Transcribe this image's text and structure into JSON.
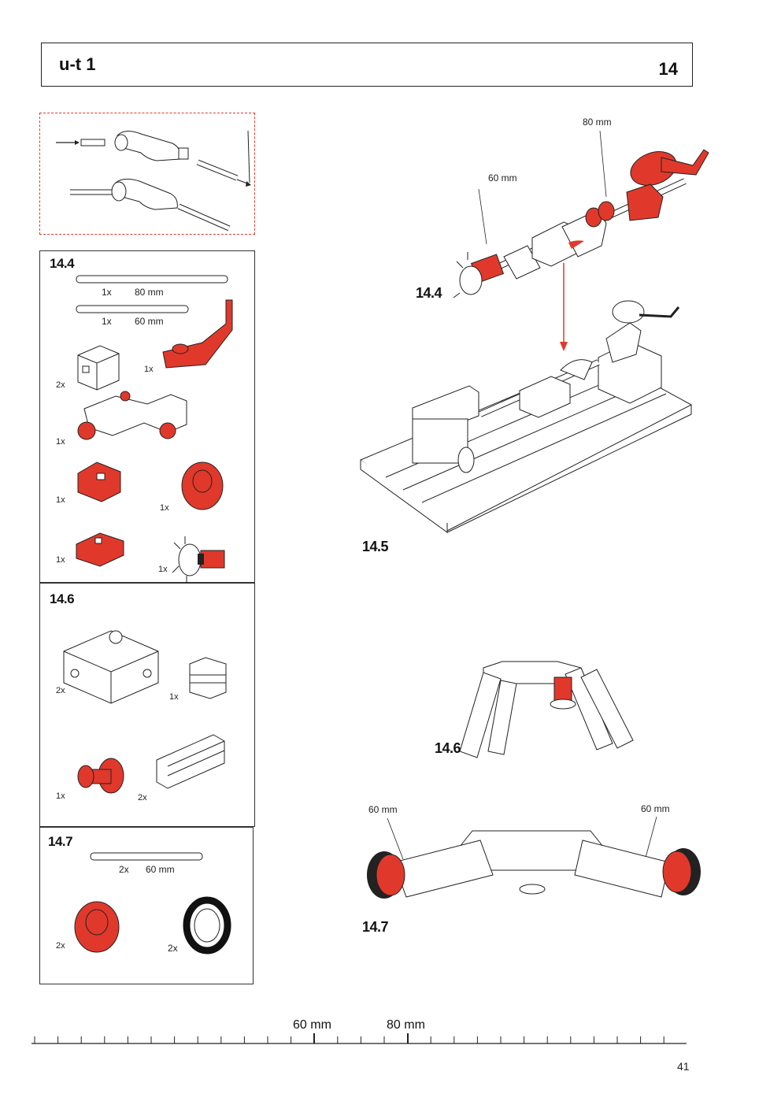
{
  "header": {
    "code": "u-t 1",
    "step_number": "14"
  },
  "parts_panels": [
    {
      "label": "14.4",
      "items": [
        {
          "qty": "1x",
          "desc": "80 mm"
        },
        {
          "qty": "1x",
          "desc": "60 mm"
        },
        {
          "qty": "2x"
        },
        {
          "qty": "1x"
        },
        {
          "qty": "1x"
        },
        {
          "qty": "1x"
        },
        {
          "qty": "1x"
        },
        {
          "qty": "1x"
        },
        {
          "qty": "1x"
        }
      ]
    },
    {
      "label": "14.6",
      "items": [
        {
          "qty": "2x"
        },
        {
          "qty": "1x"
        },
        {
          "qty": "1x"
        },
        {
          "qty": "2x"
        }
      ]
    },
    {
      "label": "14.7",
      "items": [
        {
          "qty": "2x",
          "desc": "60 mm"
        },
        {
          "qty": "2x"
        },
        {
          "qty": "2x"
        }
      ]
    }
  ],
  "figures": {
    "f144": {
      "label": "14.4",
      "callouts": [
        "60 mm",
        "80 mm"
      ]
    },
    "f145": {
      "label": "14.5"
    },
    "f146": {
      "label": "14.6"
    },
    "f147": {
      "label": "14.7",
      "callouts": [
        "60 mm",
        "60 mm"
      ]
    }
  },
  "ruler": {
    "labels": [
      "60 mm",
      "80 mm"
    ]
  },
  "page_number": "41",
  "colors": {
    "accent": "#e0392b",
    "line": "#222222"
  }
}
